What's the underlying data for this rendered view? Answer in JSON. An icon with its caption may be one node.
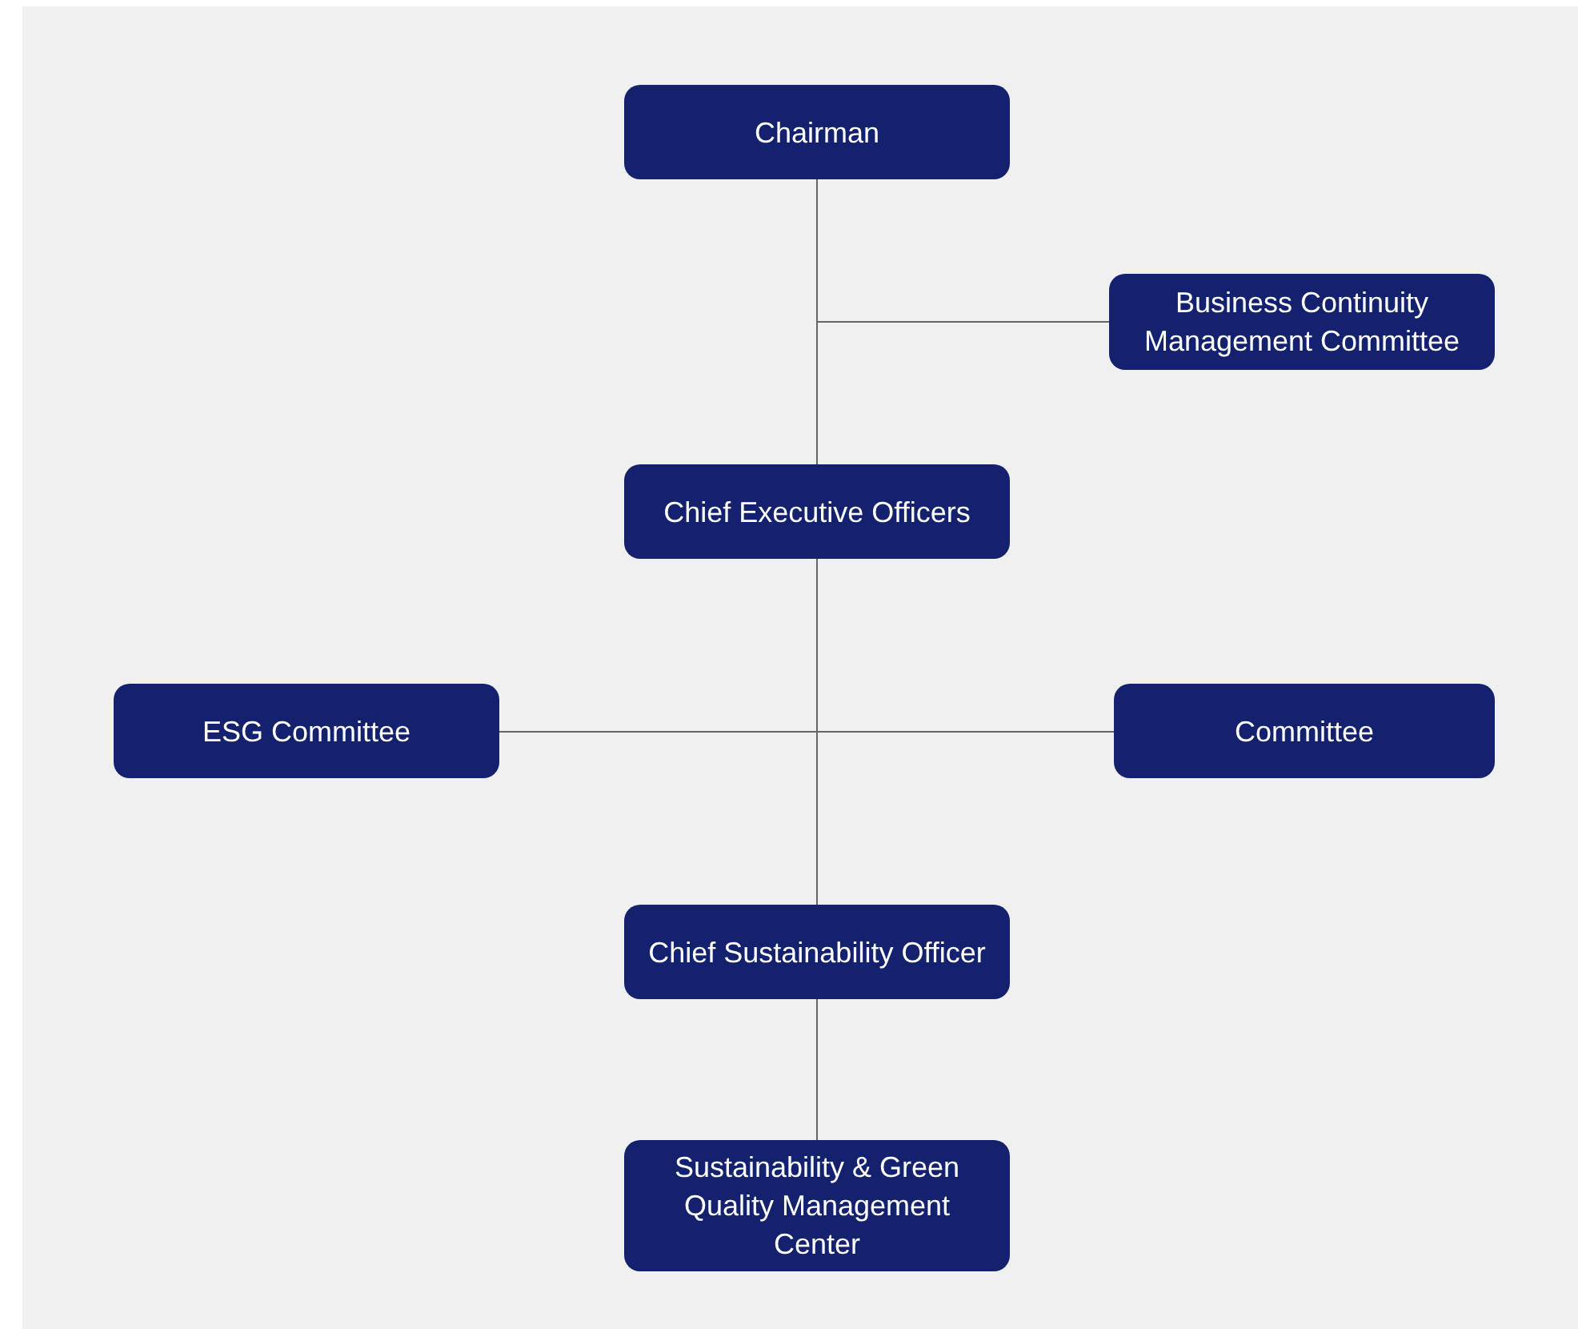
{
  "diagram": {
    "nodes": [
      {
        "text": [
          "Chairman"
        ]
      },
      {
        "text": [
          "Business Continuity Management Committee"
        ]
      },
      {
        "text": [
          "Chief Executive Officers"
        ]
      },
      {
        "text": [
          "ESG Committee"
        ]
      },
      {
        "text": [
          "Committee"
        ]
      },
      {
        "text": [
          "Chief Sustainability Officer"
        ]
      },
      {
        "text": [
          "Sustainability & Green Quality Management Center"
        ]
      }
    ],
    "edges": [
      {
        "from": 0,
        "to": 2,
        "arrow": "none"
      },
      {
        "from": 0,
        "to": 1,
        "arrow": "none"
      },
      {
        "from": 2,
        "to": 3,
        "arrow": "none"
      },
      {
        "from": 2,
        "to": 4,
        "arrow": "none"
      },
      {
        "from": 2,
        "to": 5,
        "arrow": "none"
      },
      {
        "from": 5,
        "to": 6,
        "arrow": "none"
      }
    ]
  }
}
